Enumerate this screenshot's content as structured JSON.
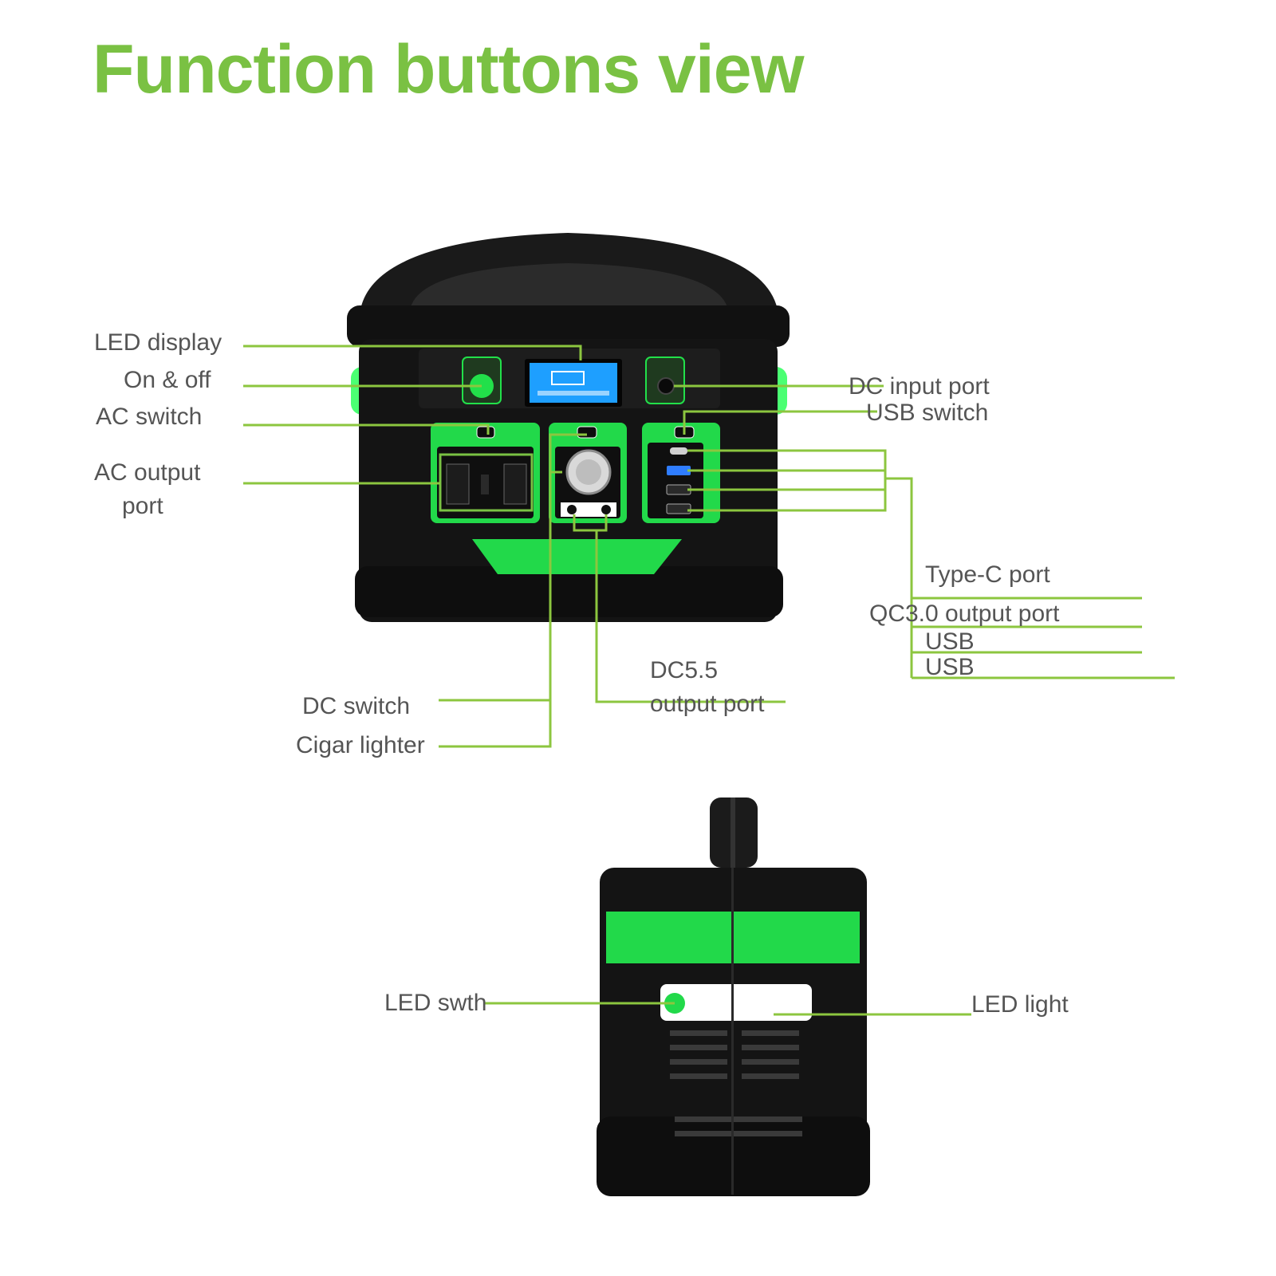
{
  "title": "Function buttons view",
  "colors": {
    "title": "#7ac143",
    "leader_line": "#8cc63f",
    "label_text": "#555555",
    "body": "#111111",
    "accent": "#22e04a",
    "lcd": "#1e9fff"
  },
  "front_view": {
    "labels": {
      "led_display": "LED display",
      "on_off": "On & off",
      "ac_switch": "AC switch",
      "ac_output_port_line1": "AC output",
      "ac_output_port_line2": "port",
      "dc_input_port": "DC input port",
      "usb_switch": "USB switch",
      "type_c_port": "Type-C port",
      "qc30_output_port": "QC3.0 output port",
      "usb_1": "USB",
      "usb_2": "USB",
      "dc55_line1": "DC5.5",
      "dc55_line2": "output port",
      "dc_switch": "DC switch",
      "cigar_lighter": "Cigar lighter"
    }
  },
  "side_view": {
    "labels": {
      "led_switch": "LED swth",
      "led_light": "LED light"
    }
  }
}
